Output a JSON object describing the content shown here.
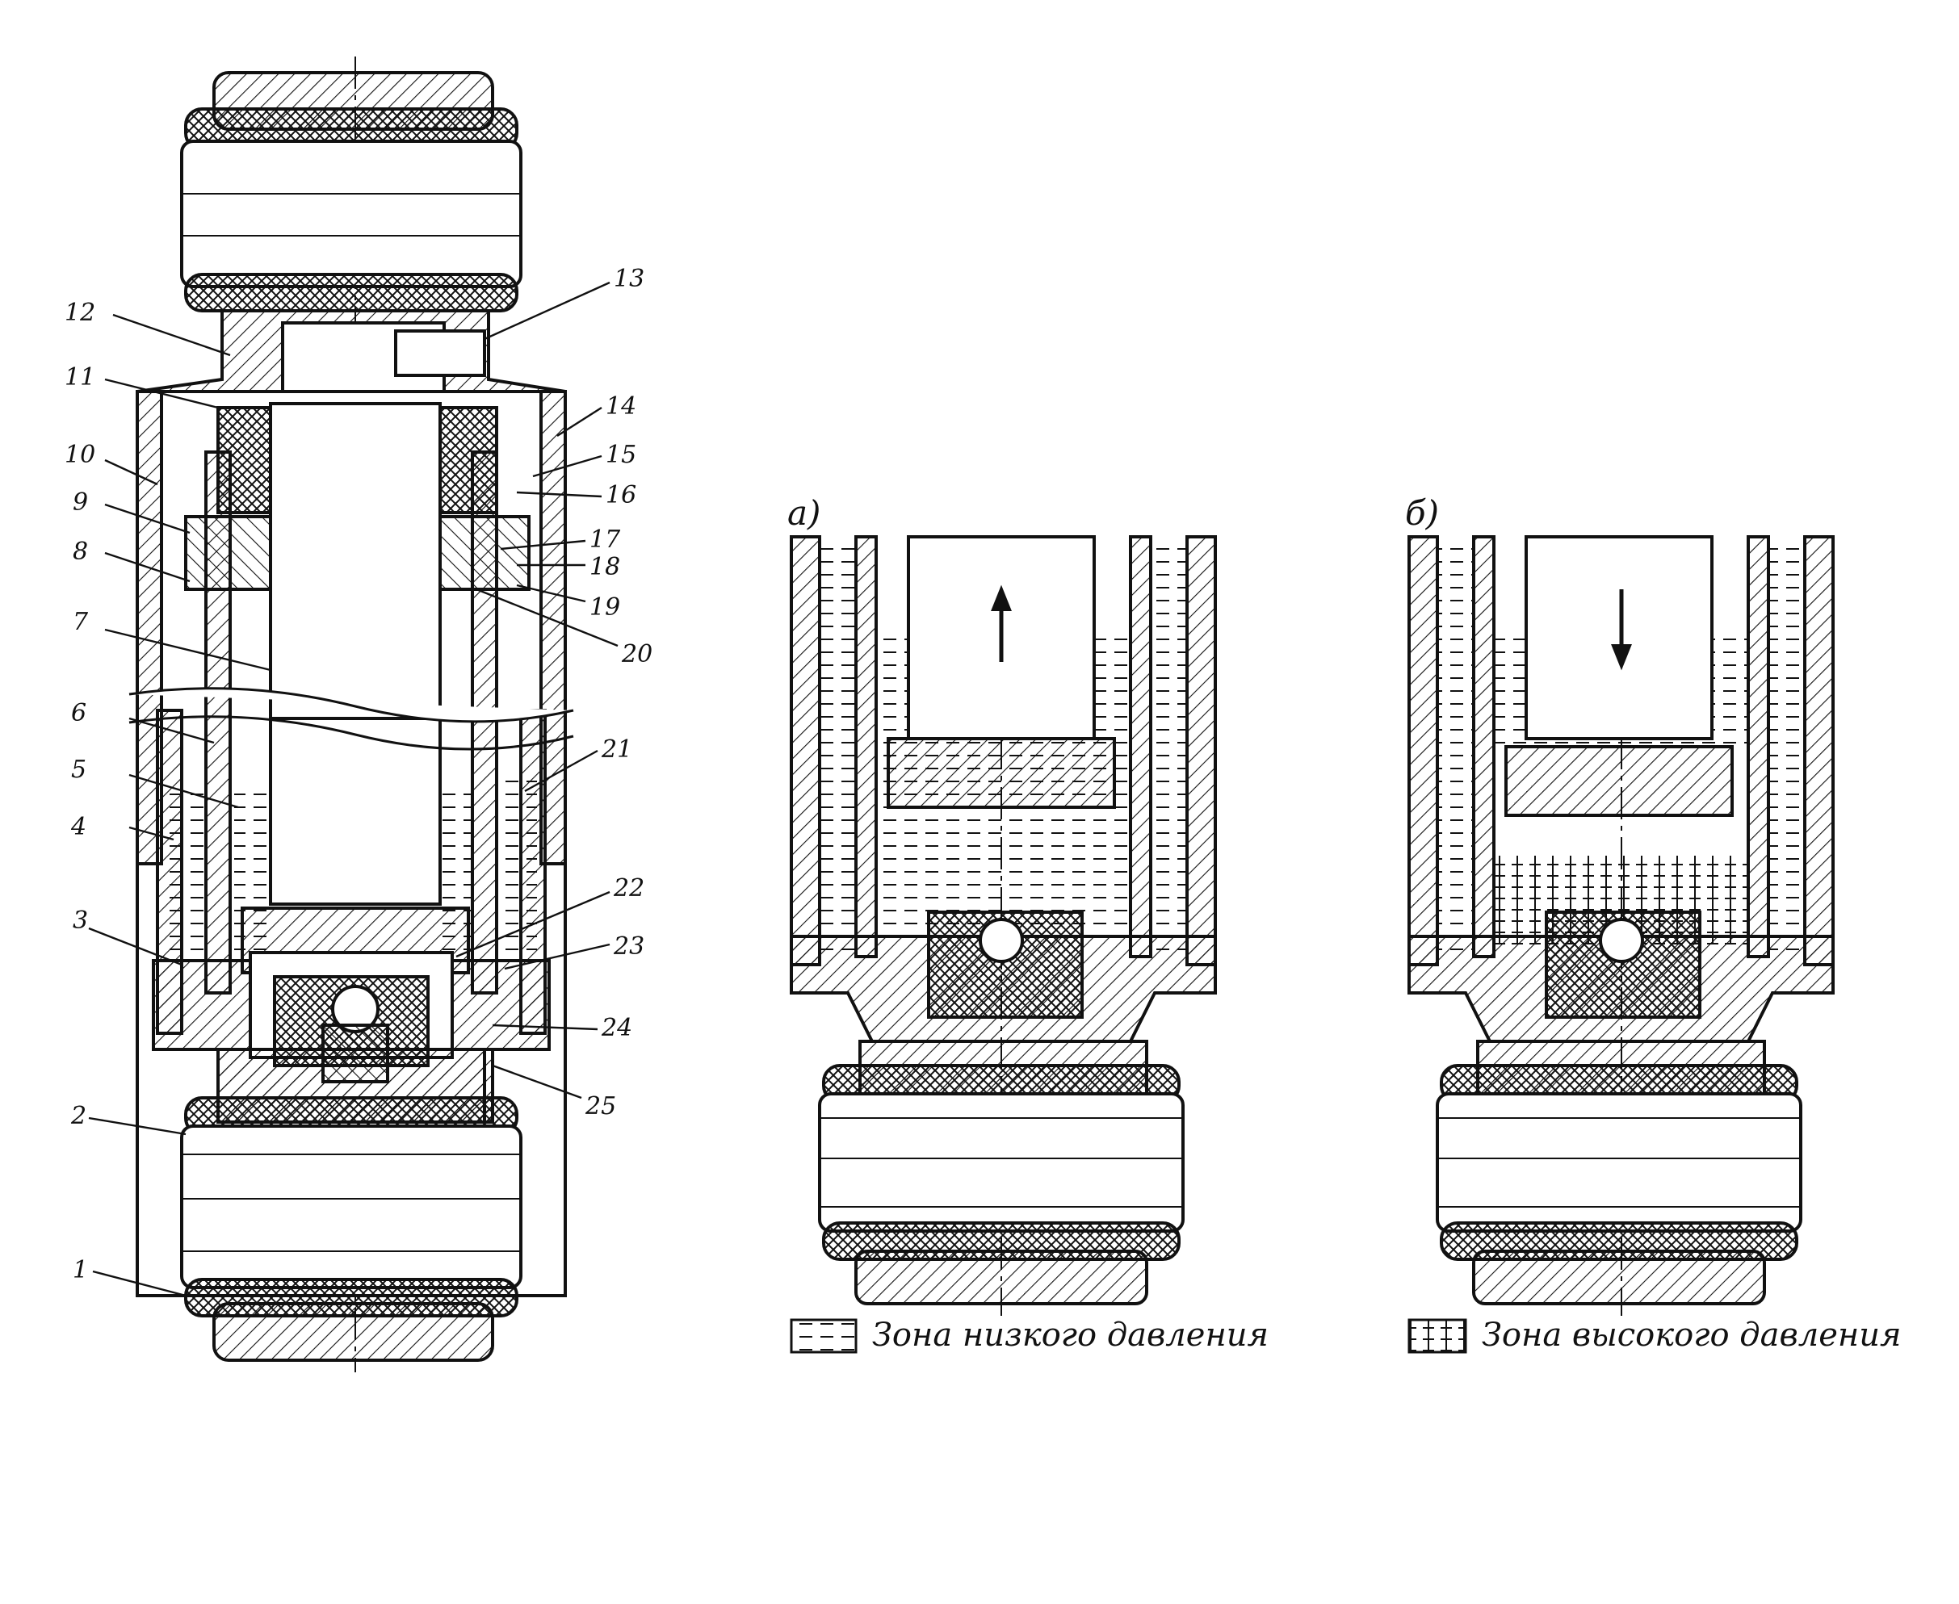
{
  "callouts": [
    "1",
    "2",
    "3",
    "4",
    "5",
    "6",
    "7",
    "8",
    "9",
    "10",
    "11",
    "12",
    "13",
    "14",
    "15",
    "16",
    "17",
    "18",
    "19",
    "20",
    "21",
    "22",
    "23",
    "24",
    "25"
  ],
  "panel_a": {
    "label": "а)"
  },
  "panel_b": {
    "label": "б)"
  },
  "legend": {
    "low": "Зона низкого давления",
    "high": "Зона высокого давления"
  },
  "colors": {
    "ink": "#111111",
    "paper": "#ffffff"
  }
}
